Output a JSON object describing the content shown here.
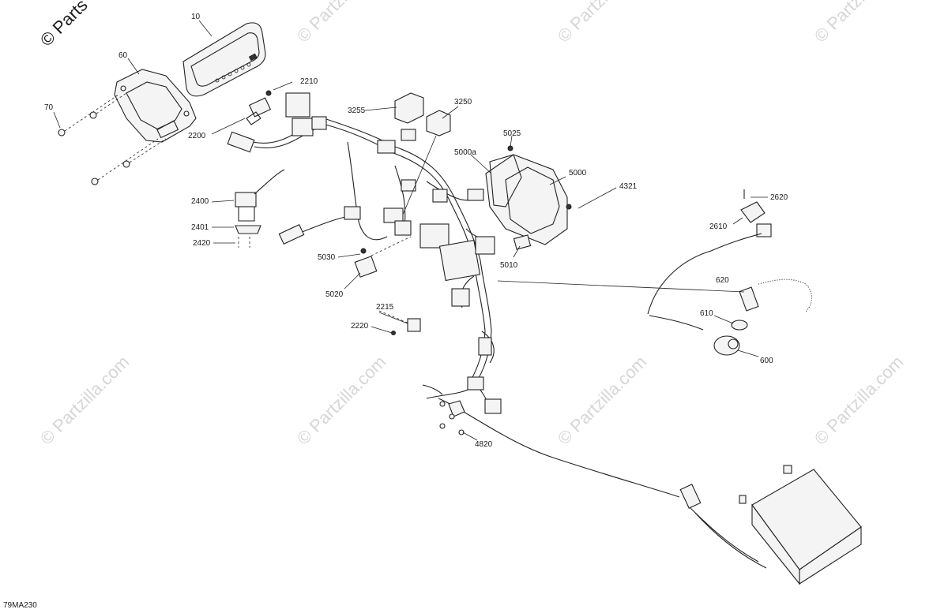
{
  "watermark": {
    "main": "© Parts",
    "repeat": "© Partzilla.com"
  },
  "labels": {
    "p10": "10",
    "p60": "60",
    "p70": "70",
    "p2210": "2210",
    "p2200": "2200",
    "p3255": "3255",
    "p3250": "3250",
    "p5025": "5025",
    "p5000a": "5000a",
    "p5000": "5000",
    "p4321": "4321",
    "p2620": "2620",
    "p2610": "2610",
    "p2400": "2400",
    "p2401": "2401",
    "p2420": "2420",
    "p5030": "5030",
    "p5010": "5010",
    "p5020": "5020",
    "p620": "620",
    "p2215": "2215",
    "p2220": "2220",
    "p610": "610",
    "p600": "600",
    "p4820": "4820"
  },
  "diagram_ref": "79MA230"
}
